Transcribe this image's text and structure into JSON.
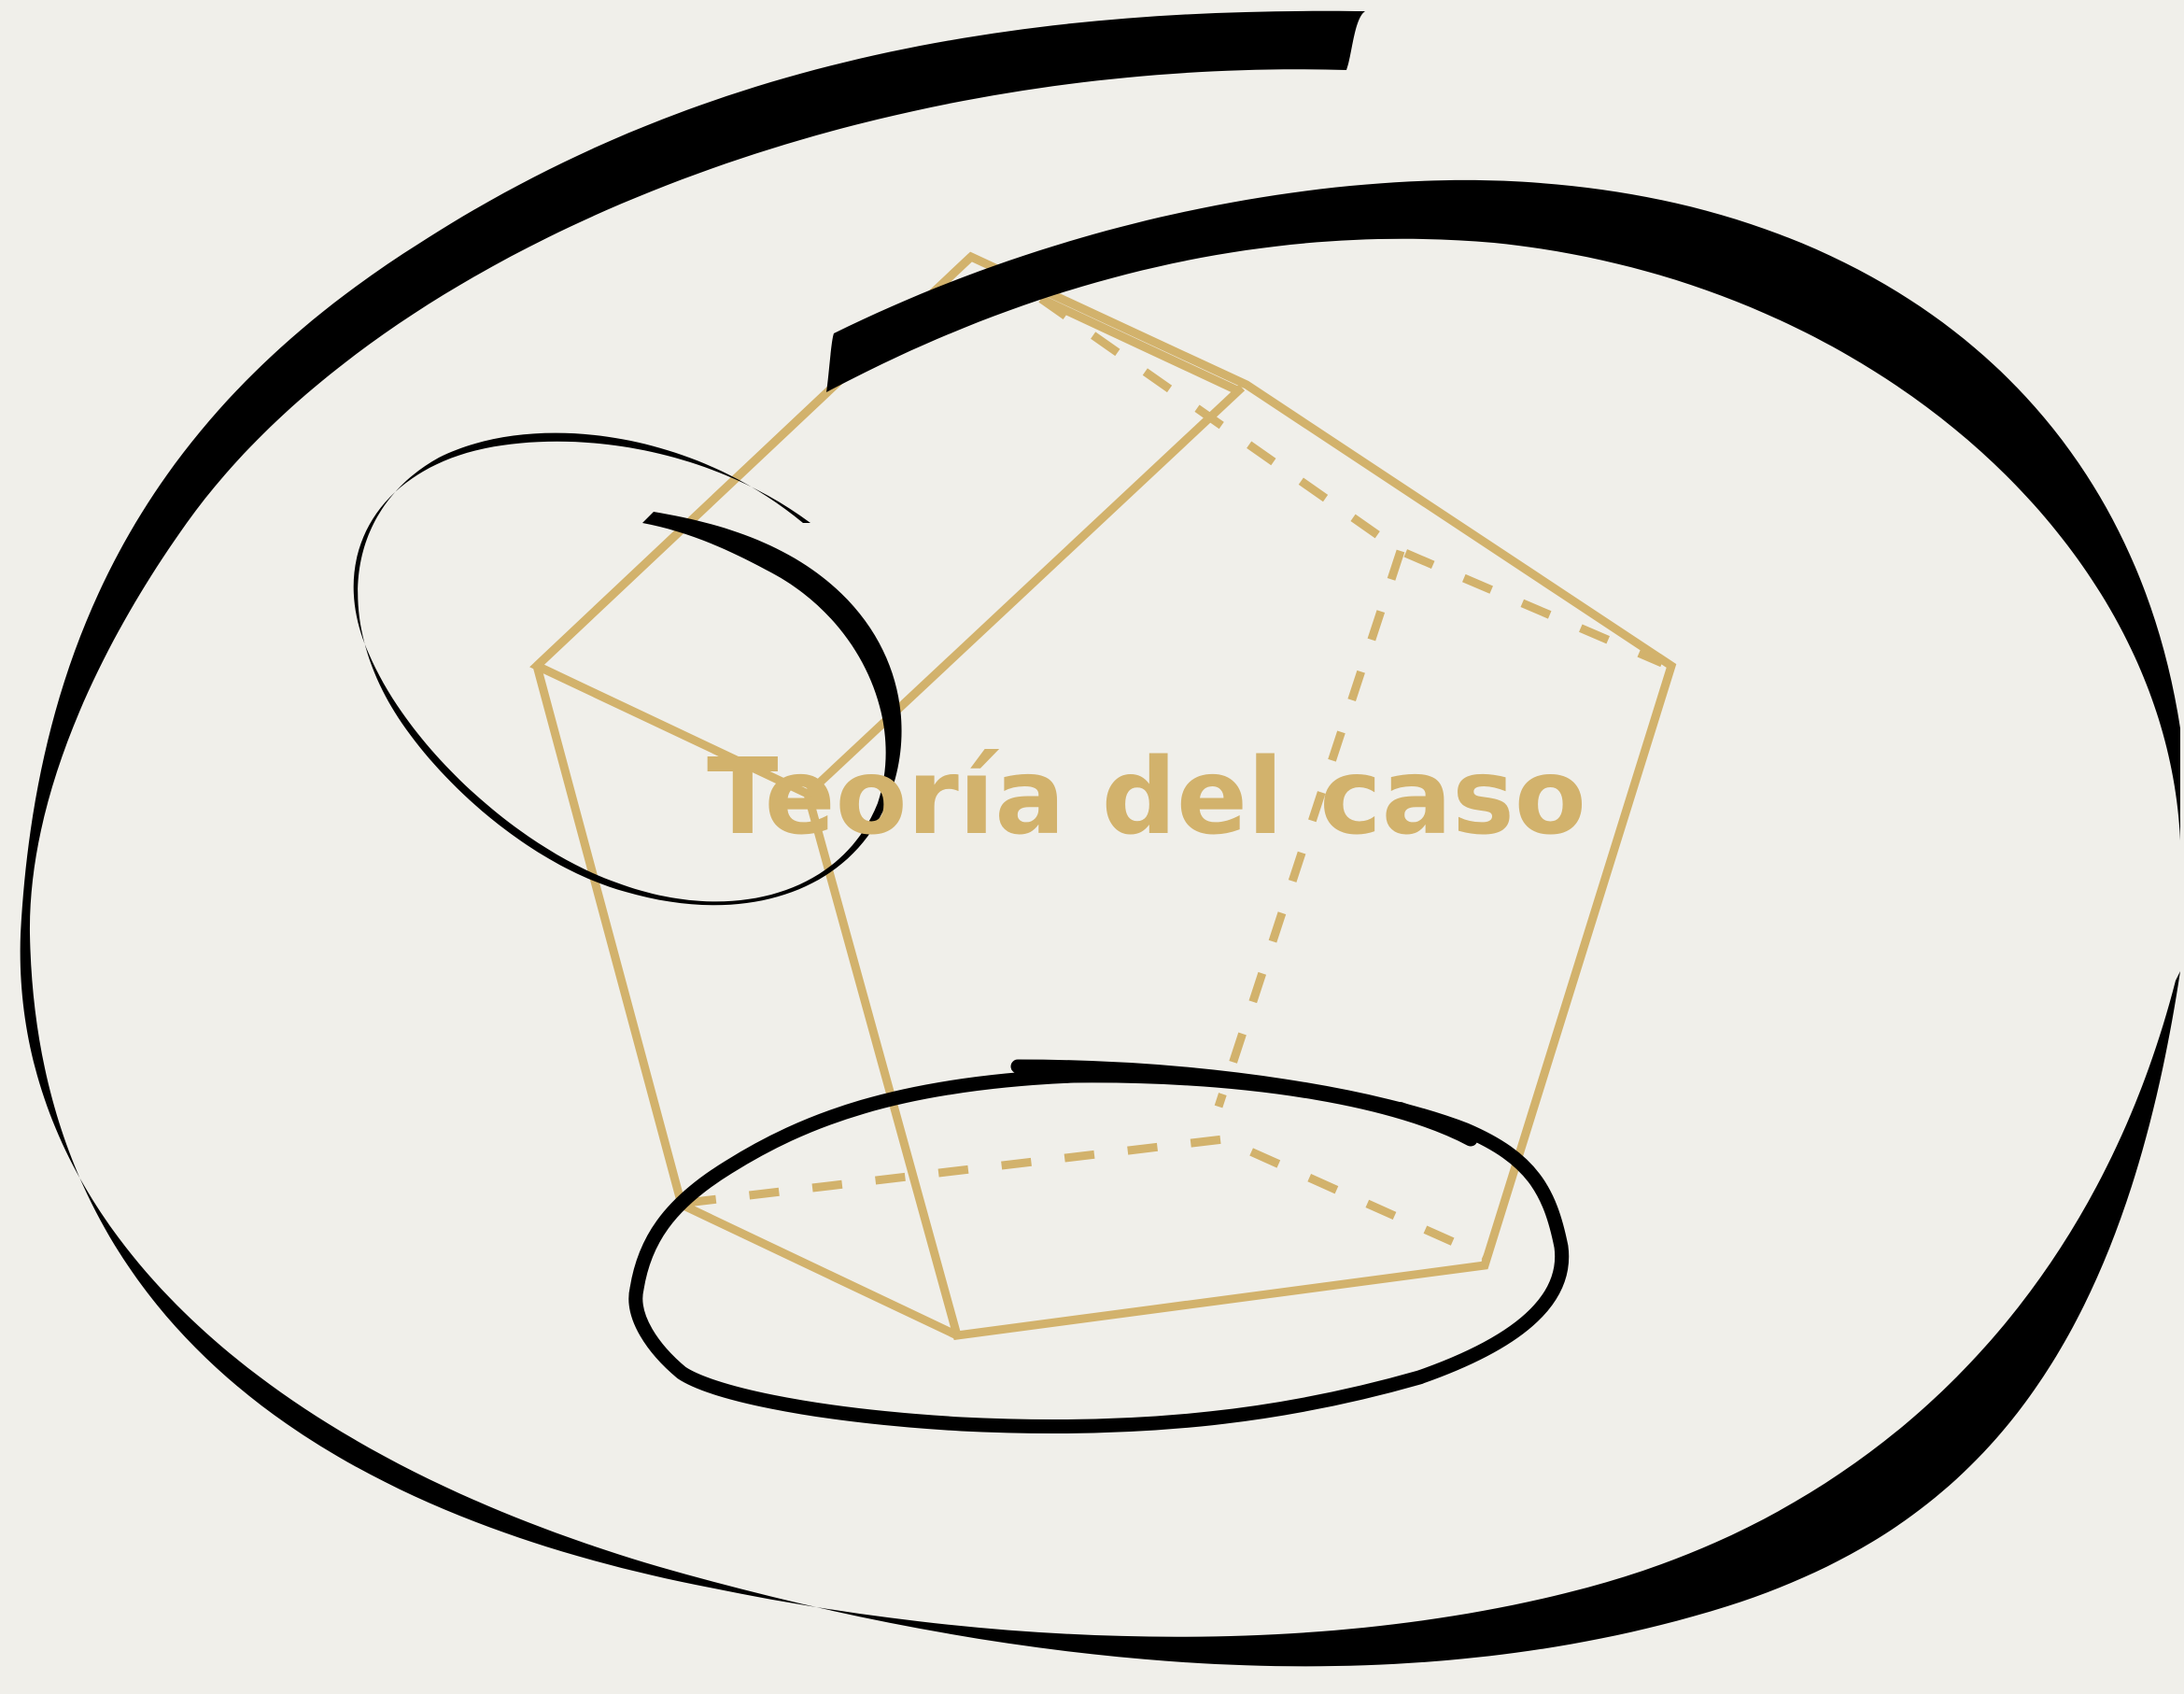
{
  "diagram": {
    "title": "Teoría del caso",
    "colors": {
      "background": "#f0efea",
      "solid_outline": "#d2b26c",
      "ink": "#000000"
    },
    "solid_shape": "pentagonal-prism",
    "ink_marks": [
      "large-swirl",
      "small-loop",
      "rough-ellipse"
    ]
  }
}
